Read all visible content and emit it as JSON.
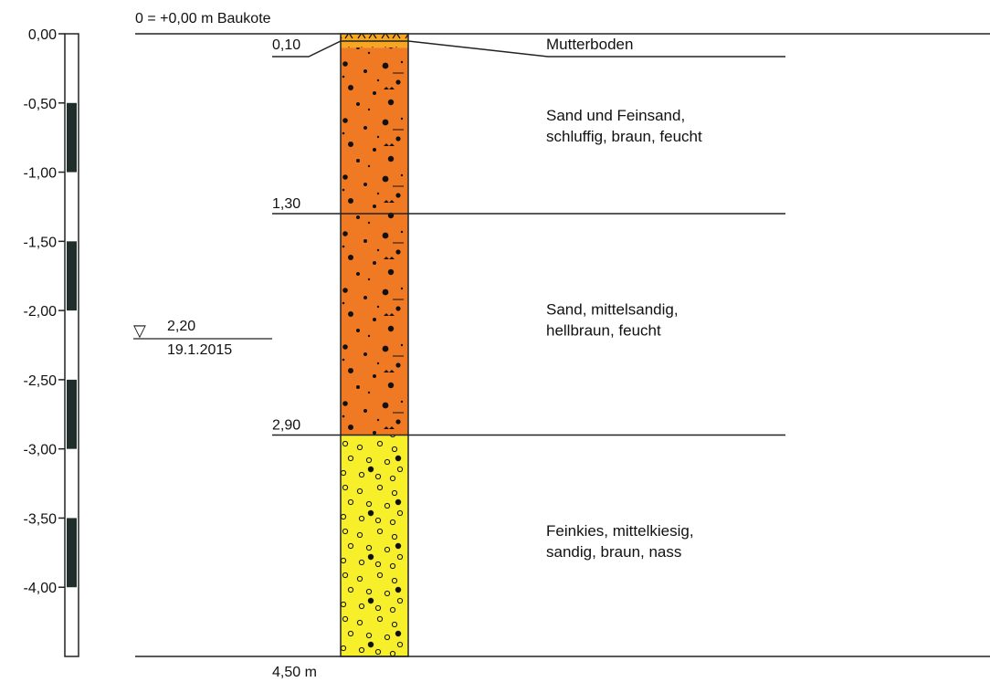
{
  "header": {
    "reference_label": "0 = +0,00 m Baukote"
  },
  "scale": {
    "tick_labels": [
      "0,00",
      "-0,50",
      "-1,00",
      "-1,50",
      "-2,00",
      "-2,50",
      "-3,00",
      "-3,50",
      "-4,00"
    ],
    "tick_values": [
      0,
      -0.5,
      -1.0,
      -1.5,
      -2.0,
      -2.5,
      -3.0,
      -3.5,
      -4.0
    ],
    "min": 0,
    "max": -4.5
  },
  "groundwater": {
    "symbol": "▽",
    "depth_label": "2,20",
    "date": "19.1.2015",
    "depth": 2.2
  },
  "layers": [
    {
      "top": 0.0,
      "bottom": 0.1,
      "depth_label": "0,10",
      "description": [
        "Mutterboden"
      ],
      "color": "#f5a623",
      "pattern": "topsoil"
    },
    {
      "top": 0.1,
      "bottom": 1.3,
      "depth_label": "1,30",
      "description": [
        "Sand und Feinsand,",
        "schluffig, braun, feucht"
      ],
      "color": "#f07a24",
      "pattern": "sand"
    },
    {
      "top": 1.3,
      "bottom": 2.9,
      "depth_label": "2,90",
      "description": [
        "Sand, mittelsandig,",
        "hellbraun, feucht"
      ],
      "color": "#f07a24",
      "pattern": "sand"
    },
    {
      "top": 2.9,
      "bottom": 4.5,
      "depth_label": "4,50 m",
      "description": [
        "Feinkies, mittelkiesig,",
        "sandig, braun, nass"
      ],
      "color": "#f6ef2a",
      "pattern": "gravel"
    }
  ],
  "colors": {
    "line": "#222222",
    "scale_fill": "#1f2e2a"
  }
}
